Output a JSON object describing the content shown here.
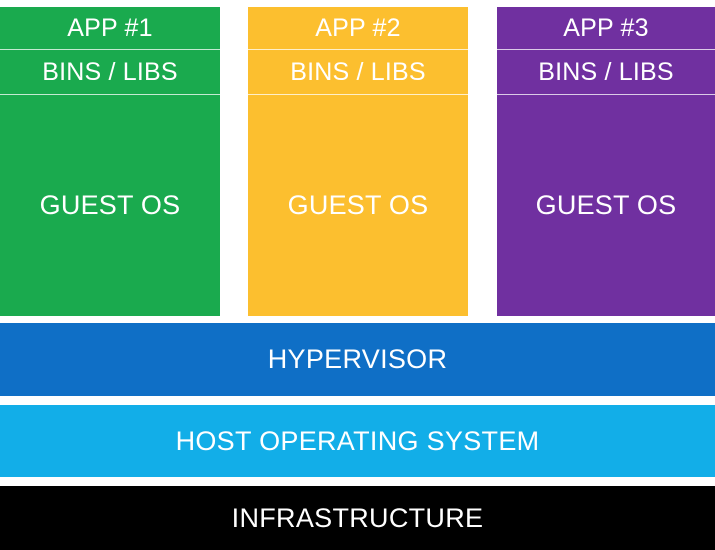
{
  "vms": [
    {
      "app": "APP #1",
      "bins": "BINS / LIBS",
      "os": "GUEST OS",
      "color": "#1aaa4e"
    },
    {
      "app": "APP #2",
      "bins": "BINS / LIBS",
      "os": "GUEST OS",
      "color": "#fcbf2f"
    },
    {
      "app": "APP #3",
      "bins": "BINS / LIBS",
      "os": "GUEST OS",
      "color": "#7030a0"
    }
  ],
  "layers": {
    "hypervisor": {
      "label": "HYPERVISOR",
      "color": "#0f6fc6"
    },
    "host_os": {
      "label": "HOST OPERATING SYSTEM",
      "color": "#12aee8"
    },
    "infrastructure": {
      "label": "INFRASTRUCTURE",
      "color": "#000000"
    }
  }
}
